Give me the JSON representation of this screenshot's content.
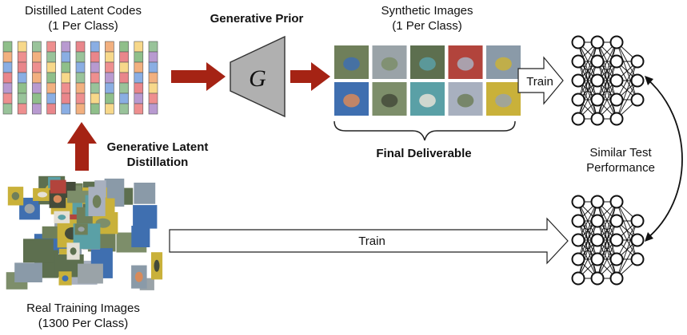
{
  "labels": {
    "latent_codes_line1": "Distilled Latent Codes",
    "latent_codes_line2": "(1 Per Class)",
    "generative_prior": "Generative Prior",
    "generator_symbol": "G",
    "synthetic_line1": "Synthetic Images",
    "synthetic_line2": "(1 Per Class)",
    "final_deliverable": "Final Deliverable",
    "train_top": "Train",
    "train_bottom": "Train",
    "similar_line1": "Similar Test",
    "similar_line2": "Performance",
    "gld_line1": "Generative Latent",
    "gld_line2": "Distillation",
    "real_line1": "Real Training Images",
    "real_line2": "(1300 Per Class)"
  },
  "colors": {
    "arrow_red": "#a52314",
    "generator_fill": "#b0b0b0",
    "latent_palette": [
      "#8fbf8a",
      "#ee8f8f",
      "#8aaee3",
      "#f7d88a",
      "#b89ad0",
      "#f2b07f",
      "#99c39a",
      "#e9868b"
    ],
    "thumb_palette": [
      "#6f7f5a",
      "#9aa3a8",
      "#5d6f4f",
      "#b2443c",
      "#8a9aa8",
      "#3f6fb0",
      "#7d8e6a",
      "#5aa0a6",
      "#a8b0bf",
      "#c9b13a",
      "#d88a5a",
      "#444b3a",
      "#e4e0d6"
    ]
  },
  "latent_grid": {
    "columns": 11,
    "rows": 7
  },
  "synthetic_grid": {
    "columns": 5,
    "rows": 2
  },
  "network": {
    "layers": [
      5,
      5,
      5,
      3
    ]
  }
}
